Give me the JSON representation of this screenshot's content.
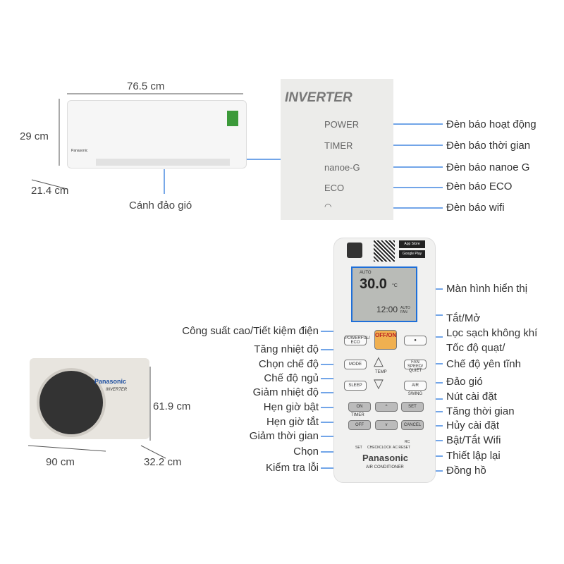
{
  "indoor": {
    "width": "76.5 cm",
    "height": "29 cm",
    "depth": "21.4 cm",
    "louver_label": "Cánh đảo gió",
    "brand": "Panasonic"
  },
  "outdoor": {
    "width": "90 cm",
    "height": "61.9 cm",
    "depth": "32.2 cm",
    "brand": "Panasonic",
    "badge": "INVERTER"
  },
  "panel": {
    "logo": "INVERTER",
    "items": [
      "POWER",
      "TIMER",
      "nanoe-G",
      "ECO"
    ],
    "wifi_icon": "wifi-icon"
  },
  "panel_labels": [
    "Đèn báo hoạt động",
    "Đèn báo thời gian",
    "Đèn báo nanoe G",
    "Đèn báo ECO",
    "Đèn báo wifi"
  ],
  "remote": {
    "brand": "Panasonic",
    "sub": "AIR CONDITIONER",
    "temp": "30.0",
    "unit": "°C",
    "mode": "AUTO",
    "clock": "12:00",
    "fan": "AUTO FAN",
    "temp_label": "TEMP",
    "timer_label": "TIMER",
    "buttons": {
      "power": "OFF/ON",
      "powerful": "POWERFUL/ ECO",
      "mode": "MODE",
      "sleep": "SLEEP",
      "fan": "FAN SPEED/ QUIET",
      "swing": "AIR SWING",
      "on": "ON",
      "off": "OFF",
      "set": "SET",
      "cancel": "CANCEL"
    },
    "small": [
      "SET",
      "CHECK",
      "CLOCK",
      "AC RESET",
      "RC"
    ],
    "app_store": "App Store",
    "google_play": "Google Play"
  },
  "right_labels": [
    "Màn hình hiển thị",
    "Tắt/Mở",
    "Lọc sạch không khí",
    "Tốc độ quạt/",
    "Chế độ yên tĩnh",
    "Đảo gió",
    "Nút cài đặt",
    "Tăng thời gian",
    "Hủy cài đặt",
    "Bật/Tắt Wifi",
    "Thiết lập lại",
    "Đồng hồ"
  ],
  "left_labels": [
    "Công suất cao/Tiết kiệm điện",
    "Tăng nhiệt độ",
    "Chọn chế độ",
    "Chế độ ngủ",
    "Giảm nhiệt độ",
    "Hẹn giờ bật",
    "Hẹn giờ tắt",
    "Giảm thời gian",
    "Chọn",
    "Kiểm tra lỗi"
  ]
}
